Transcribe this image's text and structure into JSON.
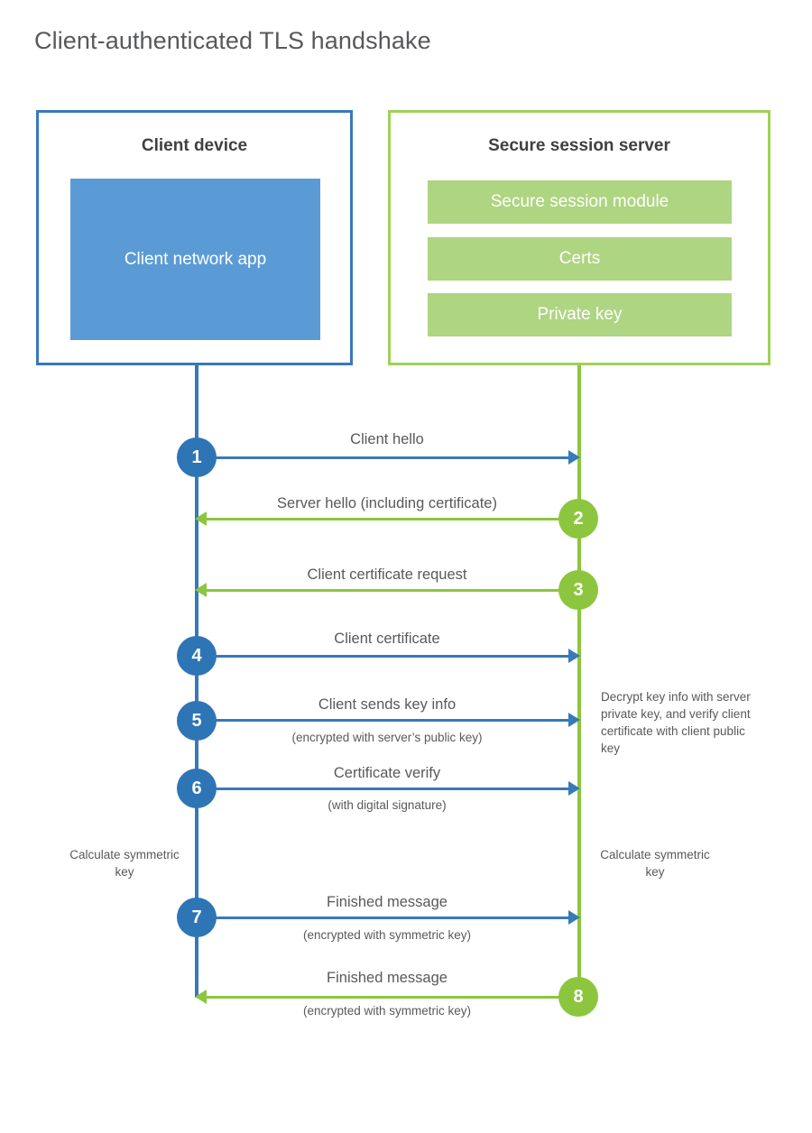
{
  "title": "Client-authenticated TLS handshake",
  "colors": {
    "client_blue": "#3879b8",
    "client_app_fill": "#5b9bd5",
    "client_circle": "#2e75b6",
    "server_green": "#8cc63e",
    "server_module_fill": "#aed581",
    "text_gray": "#58595b",
    "heading_gray": "#404040",
    "background": "#ffffff"
  },
  "client": {
    "title": "Client device",
    "app_label": "Client network app"
  },
  "server": {
    "title": "Secure session server",
    "modules": [
      {
        "label": "Secure session module"
      },
      {
        "label": "Certs"
      },
      {
        "label": "Private key"
      }
    ]
  },
  "steps": [
    {
      "number": "1",
      "label": "Client hello",
      "sublabel": "",
      "direction": "client-to-server",
      "color": "blue"
    },
    {
      "number": "2",
      "label": "Server hello (including certificate)",
      "sublabel": "",
      "direction": "server-to-client",
      "color": "green"
    },
    {
      "number": "3",
      "label": "Client certificate request",
      "sublabel": "",
      "direction": "server-to-client",
      "color": "green"
    },
    {
      "number": "4",
      "label": "Client certificate",
      "sublabel": "",
      "direction": "client-to-server",
      "color": "blue"
    },
    {
      "number": "5",
      "label": "Client sends key info",
      "sublabel": "(encrypted with server’s public key)",
      "direction": "client-to-server",
      "color": "blue"
    },
    {
      "number": "6",
      "label": "Certificate verify",
      "sublabel": "(with digital signature)",
      "direction": "client-to-server",
      "color": "blue"
    },
    {
      "number": "7",
      "label": "Finished message",
      "sublabel": "(encrypted with symmetric key)",
      "direction": "client-to-server",
      "color": "blue"
    },
    {
      "number": "8",
      "label": "Finished message",
      "sublabel": "(encrypted with symmetric key)",
      "direction": "server-to-client",
      "color": "green"
    }
  ],
  "annotations": {
    "server_decrypt": "Decrypt key info with server private key, and verify client certificate with client public key",
    "client_calculate": "Calculate symmetric key",
    "server_calculate": "Calculate symmetric key"
  }
}
